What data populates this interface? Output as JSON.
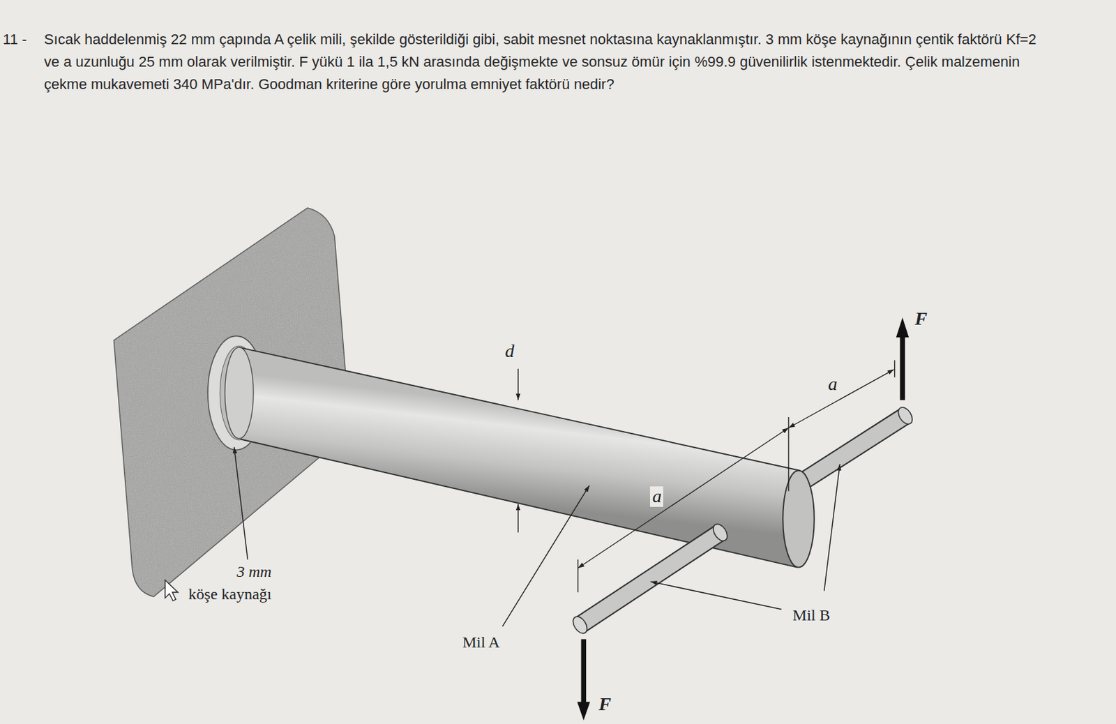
{
  "diagram": {
    "labels": [
      "11 -",
      "Sıcak haddelenmiş 22 mm çapında A çelik mili, şekilde gösterildiği gibi, sabit mesnet noktasına kaynaklanmıştır. 3 mm köşe kaynağının çentik faktörü Kf=2 ve a uzunluğu 25 mm olarak verilmiştir. F yükü 1 ila 1,5 kN arasında değişmekte ve sonsuz ömür için %99.9 güvenilirlik istenmektedir. Çelik malzemenin çekme mukavemeti 340 MPa'dır. Goodman kriterine göre yorulma emniyet faktörü nedir?",
      "d",
      "a",
      "a",
      "F",
      "F",
      "3 mm",
      "köşe kaynağı",
      "Mil A",
      "Mil B"
    ]
  }
}
